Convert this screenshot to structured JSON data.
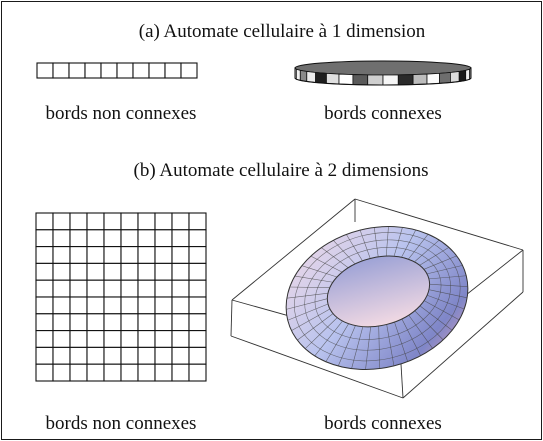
{
  "figure": {
    "section_a": {
      "title": "(a) Automate cellulaire à 1 dimension",
      "left_caption": "bords non connexes",
      "right_caption": "bords connexes",
      "strip_cells": 10,
      "ring_cells": 18
    },
    "section_b": {
      "title": "(b) Automate cellulaire à 2 dimensions",
      "left_caption": "bords non connexes",
      "right_caption": "bords connexes",
      "grid_size": 10
    }
  },
  "colors": {
    "line": "#111111",
    "torus_light": "#f4dbe6",
    "torus_mid": "#b9c3ee",
    "torus_dark": "#7f86c8",
    "torus_pink": "#e8a5b6"
  }
}
